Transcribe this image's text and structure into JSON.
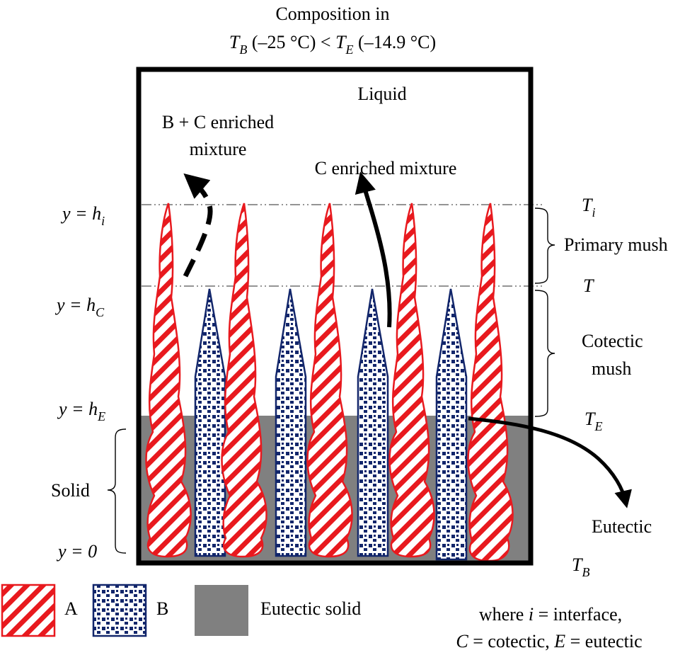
{
  "title": {
    "line1": "Composition in",
    "tb_sym": "T",
    "tb_sub": "B",
    "tb_val": " (–25 °C) < ",
    "te_sym": "T",
    "te_sub": "E",
    "te_val": " (–14.9 °C)"
  },
  "regions": {
    "liquid": "Liquid",
    "bc_mixture_line1": "B + C enriched",
    "bc_mixture_line2": "mixture",
    "c_mixture": "C enriched mixture"
  },
  "heights": {
    "hi_prefix": "y = h",
    "hi_sub": "i",
    "hc_prefix": "y = h",
    "hc_sub": "C",
    "he_prefix": "y = h",
    "he_sub": "E",
    "zero": "y = 0"
  },
  "temperatures": {
    "ti_sym": "T",
    "ti_sub": "i",
    "t_sym": "T",
    "te_sym": "T",
    "te_sub": "E",
    "tb_sym": "T",
    "tb_sub": "B"
  },
  "zones": {
    "primary_mush": "Primary mush",
    "cotectic_line1": "Cotectic",
    "cotectic_line2": "mush",
    "solid": "Solid",
    "eutectic": "Eutectic"
  },
  "legend": {
    "a": "A",
    "b": "B",
    "eutectic_solid": "Eutectic solid"
  },
  "note": {
    "line1_pre": "where ",
    "line1_sym": "i",
    "line1_post": " = interface,",
    "line2_c": "C",
    "line2_mid": " = cotectic, ",
    "line2_e": "E",
    "line2_post": " = eutectic"
  },
  "colors": {
    "phase_a": "#e8191e",
    "phase_b": "#12266b",
    "eutectic_solid": "#808080"
  }
}
